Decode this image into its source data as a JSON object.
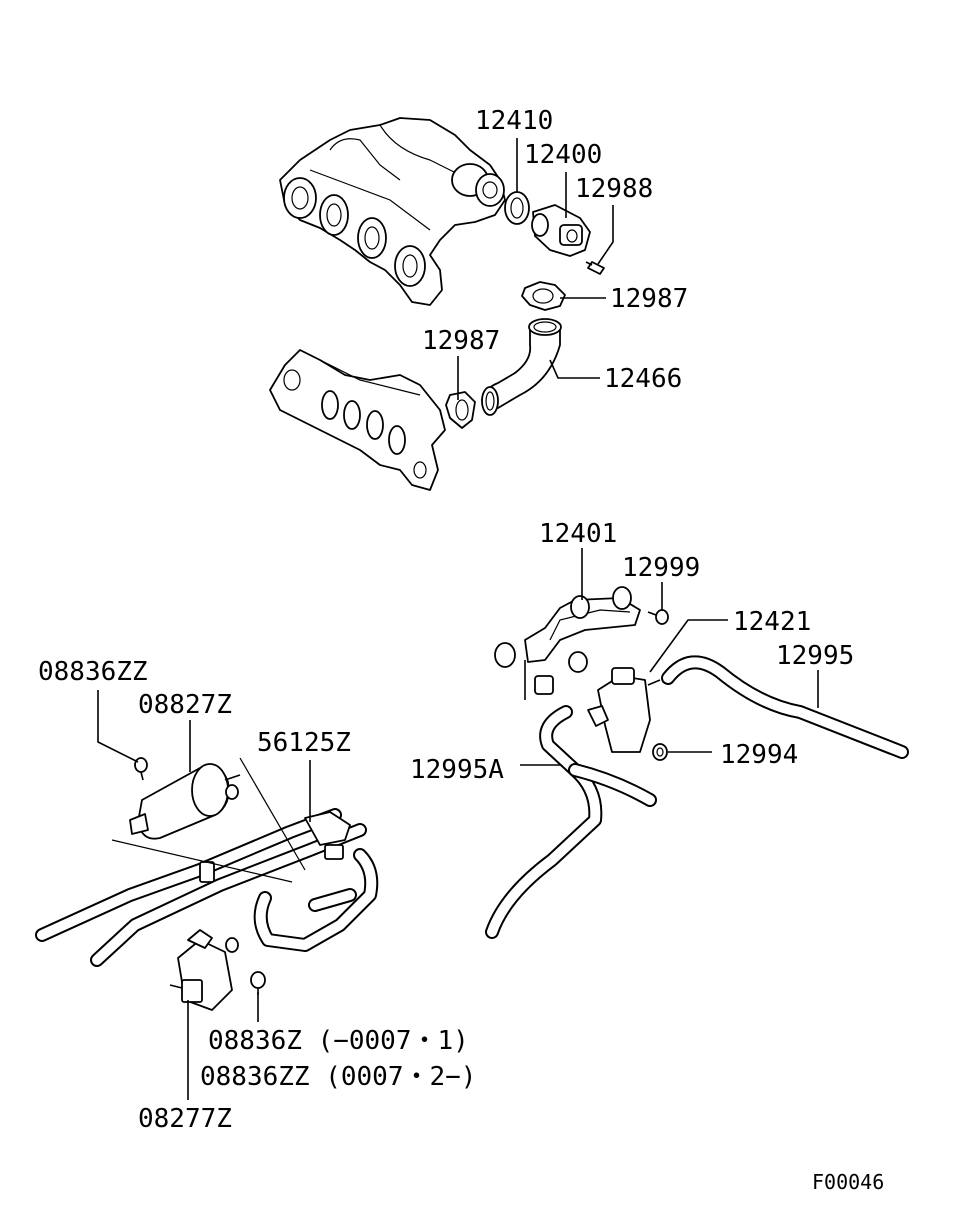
{
  "labels": {
    "p12410": "12410",
    "p12400": "12400",
    "p12988": "12988",
    "p12987a": "12987",
    "p12987b": "12987",
    "p12466": "12466",
    "p12401": "12401",
    "p12999": "12999",
    "p12421": "12421",
    "p12995": "12995",
    "p12994": "12994",
    "p12995A": "12995A",
    "p08836ZZ": "08836ZZ",
    "p08827Z": "08827Z",
    "p56125Z": "56125Z",
    "p08836Z_range": "08836Z (−0007・1)",
    "p08836ZZ_range": "08836ZZ (0007・2−)",
    "p08277Z": "08277Z"
  },
  "figure_code": "F00046"
}
